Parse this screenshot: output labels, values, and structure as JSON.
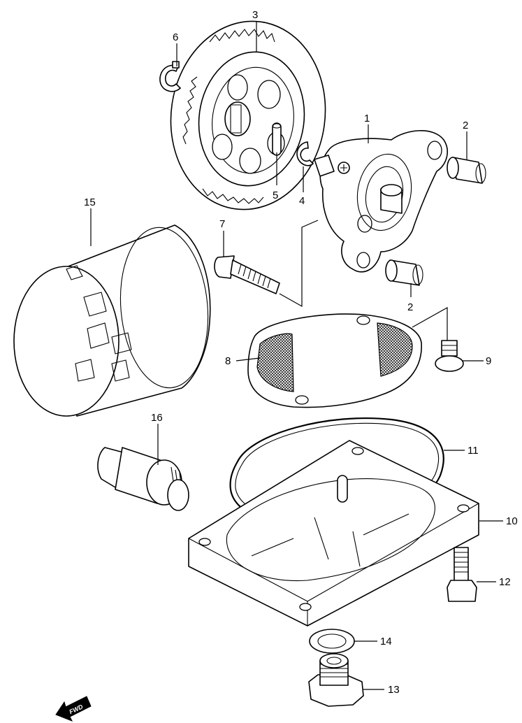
{
  "callouts": {
    "p1": "1",
    "p2a": "2",
    "p2b": "2",
    "p3": "3",
    "p4": "4",
    "p5": "5",
    "p6": "6",
    "p7": "7",
    "p8": "8",
    "p9": "9",
    "p10": "10",
    "p11": "11",
    "p12": "12",
    "p13": "13",
    "p14": "14",
    "p15": "15",
    "p16": "16"
  },
  "fwd_label": "FWD",
  "icons": {
    "fwd": "forward-arrow-icon"
  },
  "colors": {
    "line": "#000000",
    "background": "#ffffff"
  }
}
